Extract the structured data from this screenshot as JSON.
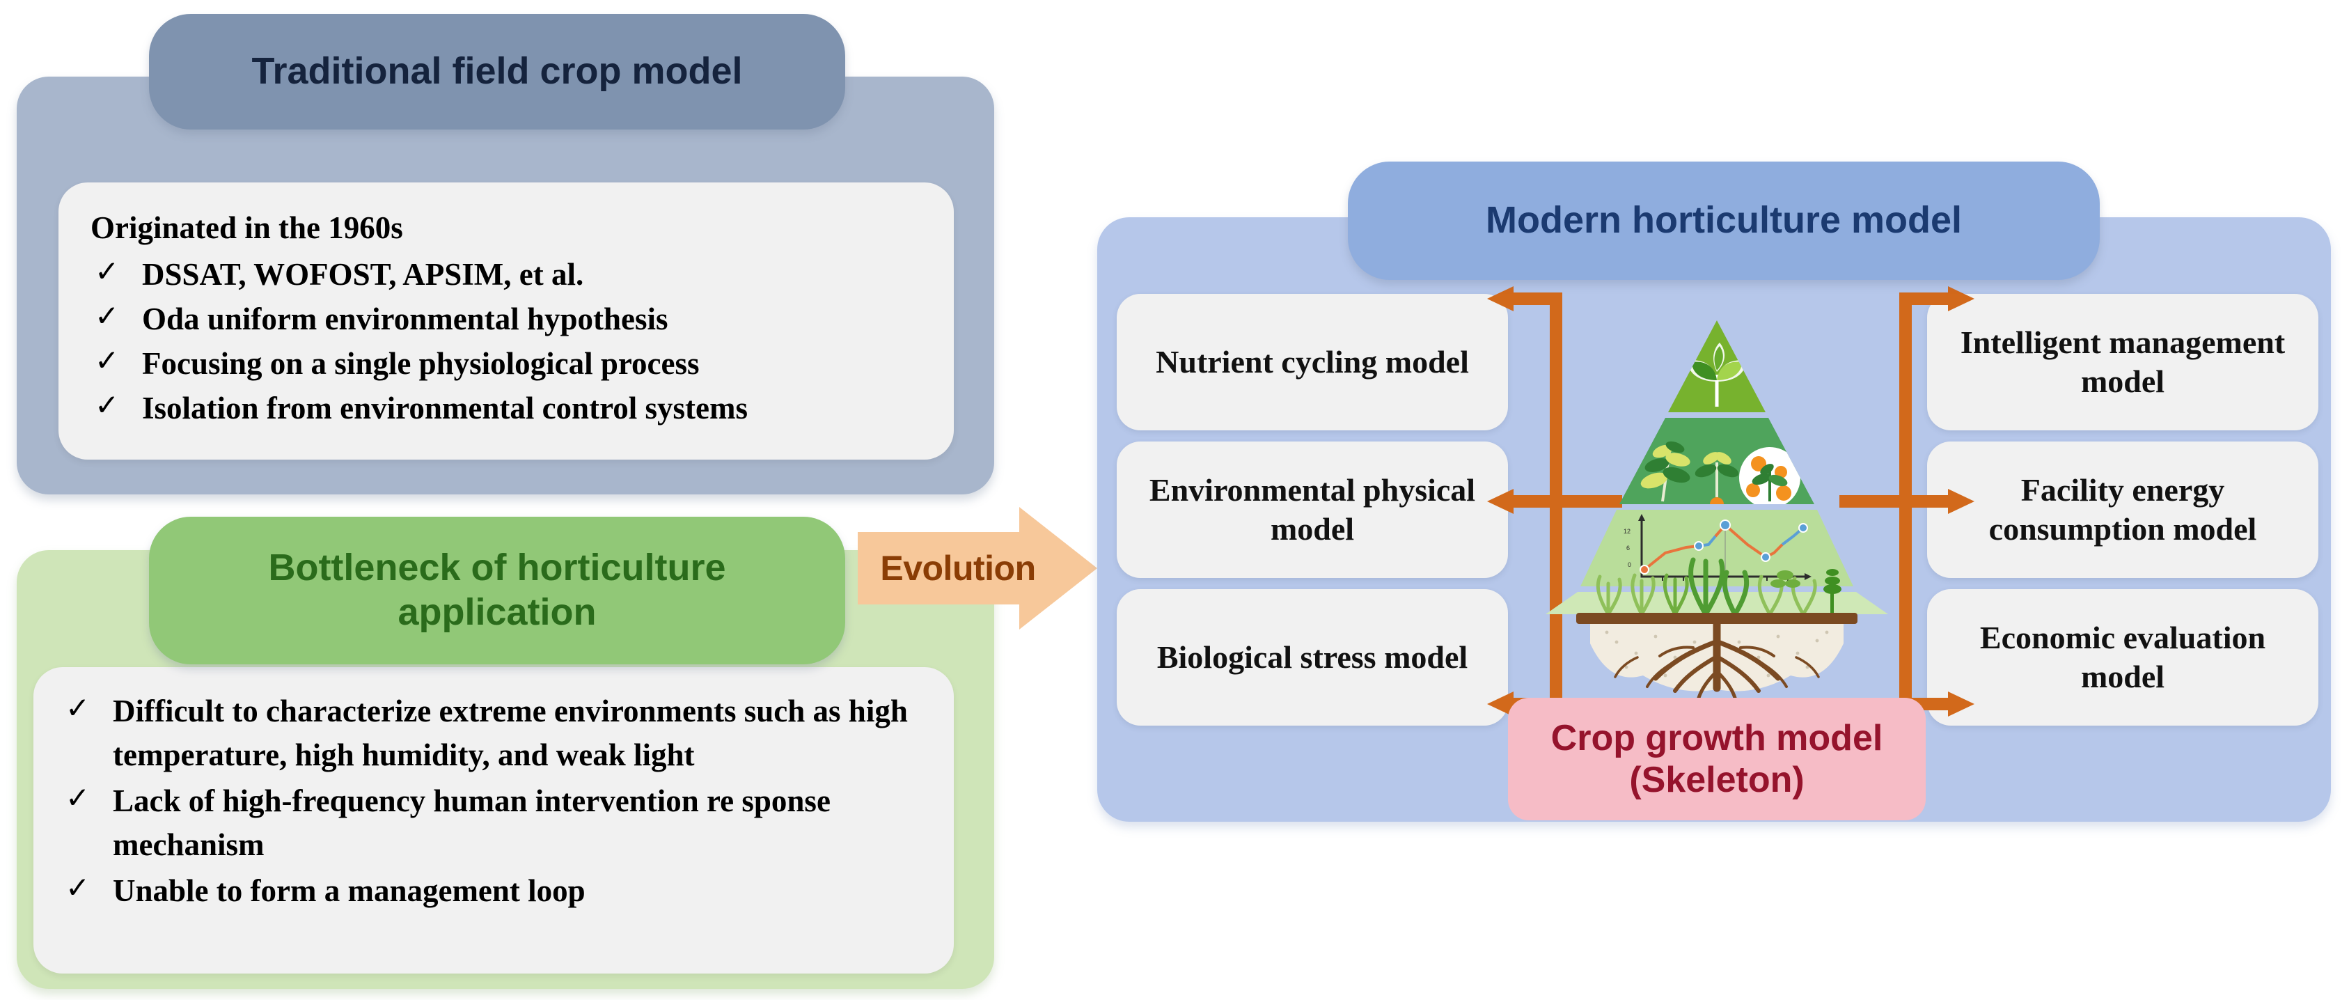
{
  "colors": {
    "traditional_panel": "#a8b6cc",
    "traditional_pill": "#7f93af",
    "traditional_pill_text": "#15233d",
    "bottleneck_panel": "#cfe5b8",
    "bottleneck_pill": "#91c877",
    "bottleneck_pill_text": "#2a6b1b",
    "modern_panel": "#b6c7ea",
    "modern_pill": "#8fadde",
    "modern_pill_text": "#1b3a70",
    "card_white": "#f1f1f1",
    "evolution_arrow": "#f7c89a",
    "evolution_text": "#8a3d05",
    "connector_orange": "#d2691b",
    "skeleton_box": "#f6bcc6",
    "skeleton_text": "#95132c"
  },
  "traditional": {
    "title": "Traditional field crop model",
    "lead": "Originated in the 1960s",
    "tick": "✓",
    "items": [
      "DSSAT, WOFOST, APSIM, et al.",
      "Oda uniform environmental hypothesis",
      "Focusing on a single physiological process",
      "Isolation from environmental control systems"
    ]
  },
  "bottleneck": {
    "title": "Bottleneck of horticulture application",
    "tick": "✓",
    "items": [
      "Difficult to characterize extreme environments such as high temperature, high humidity, and weak light",
      "Lack of high-frequency human intervention re sponse mechanism",
      "Unable to form a management loop"
    ]
  },
  "evolution": {
    "label": "Evolution"
  },
  "modern": {
    "title": "Modern horticulture model",
    "left_boxes": [
      "Nutrient cycling model",
      "Environmental physical model",
      "Biological stress model"
    ],
    "right_boxes": [
      "Intelligent management model",
      "Facility energy consumption model",
      "Economic evaluation model"
    ],
    "skeleton": {
      "line1": "Crop growth model",
      "line2": "(Skeleton)"
    },
    "pyramid": {
      "alt": "four-tier green pyramid with seedling, plants and fruit, growth curve chart, crop field above soil with root system",
      "tiers": [
        "seedling-tier",
        "plants-and-fruit-tier",
        "growth-curve-chart-tier",
        "crop-field-tier"
      ]
    }
  }
}
